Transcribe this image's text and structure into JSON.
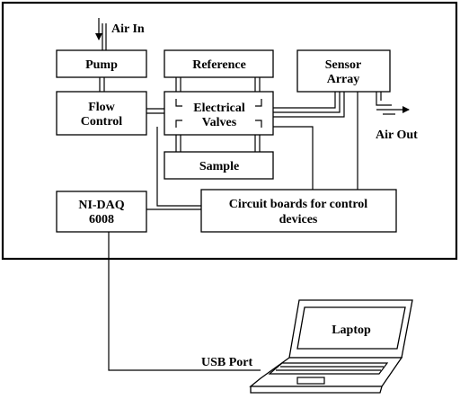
{
  "labels": {
    "air_in": "Air In",
    "air_out": "Air Out",
    "pump": "Pump",
    "reference": "Reference",
    "sensor_array_line1": "Sensor",
    "sensor_array_line2": "Array",
    "flow_control_line1": "Flow",
    "flow_control_line2": "Control",
    "electrical_valves_line1": "Electrical",
    "electrical_valves_line2": "Valves",
    "sample": "Sample",
    "nidaq_line1": "NI-DAQ",
    "nidaq_line2": "6008",
    "circuit_boards_line1": "Circuit boards for control",
    "circuit_boards_line2": "devices",
    "laptop": "Laptop",
    "usb_port": "USB Port"
  }
}
